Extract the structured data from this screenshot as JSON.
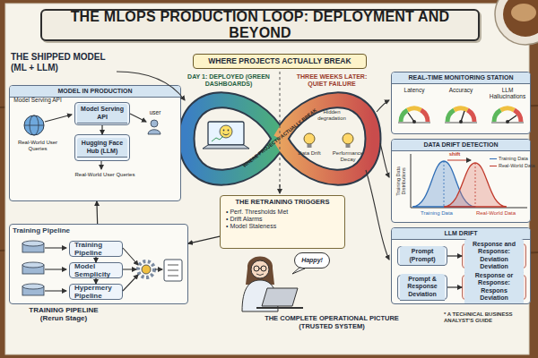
{
  "diagram": {
    "title": "THE MLOPS PRODUCTION LOOP: DEPLOYMENT AND BEYOND",
    "nodes": [
      {
        "text": [
          "MODEL IN PRODUCTION"
        ]
      },
      {
        "text": [
          "Model Serving API"
        ],
        "in": 0
      },
      {
        "text": [
          "Hugging Face Hub (LLM)"
        ],
        "in": 0
      },
      {
        "text": [
          "WHERE PROJECTS ACTUALLY BREAK"
        ]
      },
      {
        "text": [
          "THE RETRAINING TRIGGERS",
          "• Perf. Thresholds Met",
          "• Drift Alarms",
          "• Model Staleness"
        ]
      },
      {
        "text": [
          "REAL-TIME MONITORING STATION"
        ]
      },
      {
        "text": [
          "DATA DRIFT DETECTION"
        ]
      },
      {
        "text": [
          "LLM DRIFT"
        ]
      },
      {
        "text": [
          "Prompt (Prompt)"
        ],
        "in": 7
      },
      {
        "text": [
          "Response and Response: Deviation Deviation"
        ],
        "in": 7
      },
      {
        "text": [
          "Prompt & Response Deviation"
        ],
        "in": 7
      },
      {
        "text": [
          "Response or Response: Respons Deviation"
        ],
        "in": 7
      },
      {
        "text": [
          "Training Pipeline",
          "TRAINING PIPELINE (Rerun Stage)"
        ]
      },
      {
        "text": [
          "Training Pipeline"
        ],
        "in": 12
      },
      {
        "text": [
          "Model Semplicity"
        ],
        "in": 12
      },
      {
        "text": [
          "Hypermery Pipeline"
        ],
        "in": 12
      },
      {
        "text": [
          "Happy!"
        ]
      }
    ],
    "edges": [
      {
        "from": 1,
        "to": 2,
        "arrow": "to"
      },
      {
        "from": 8,
        "to": 9,
        "arrow": "to"
      },
      {
        "from": 10,
        "to": 11,
        "arrow": "to"
      },
      {
        "from": 13,
        "to": 14,
        "arrow": "to"
      },
      {
        "from": 14,
        "to": 15,
        "arrow": "to"
      },
      {
        "from": 4,
        "to": 12,
        "arrow": "to"
      },
      {
        "from": 12,
        "to": 0,
        "arrow": "to"
      }
    ],
    "labels": [
      "THE SHIPPED MODEL (ML + LLM)",
      "Model Serving API",
      "Real-World User Queries",
      "user",
      "Real-World User Queries",
      "DAY 1: DEPLOYED (GREEN DASHBOARDS)",
      "THREE WEEKS LATER: QUIET FAILURE",
      "WHERE PROJECTS ACTUALLY BREAK",
      "Hidden degradation",
      "Data Drift",
      "Performance Decay",
      "Latency",
      "Accuracy",
      "LLM Hallucinations",
      "shift",
      "Training Data Distributions",
      "Training Data",
      "Real-World Data",
      "THE COMPLETE OPERATIONAL PICTURE (TRUSTED SYSTEM)",
      "* A TECHNICAL BUSINESS ANALYST'S GUIDE"
    ],
    "legend": [
      {
        "text": "Training Data"
      },
      {
        "text": "Real-World Data"
      }
    ]
  }
}
